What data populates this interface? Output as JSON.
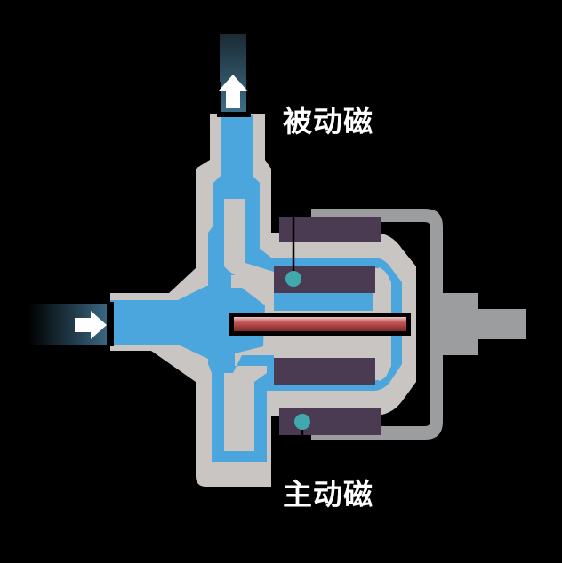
{
  "labels": {
    "passive_magnet": "被动磁",
    "active_magnet": "主动磁"
  },
  "colors": {
    "background": "#000000",
    "housing": "#c9c5c2",
    "fluid": "#4aa6dc",
    "magnet": "#4b3b52",
    "rotor_shaft": "#b54a4a",
    "bracket": "#9b9d9e",
    "sensor_dot": "#3fa9ad"
  },
  "flow": {
    "inlet_arrow": "arrow-right",
    "outlet_arrow": "arrow-up"
  }
}
